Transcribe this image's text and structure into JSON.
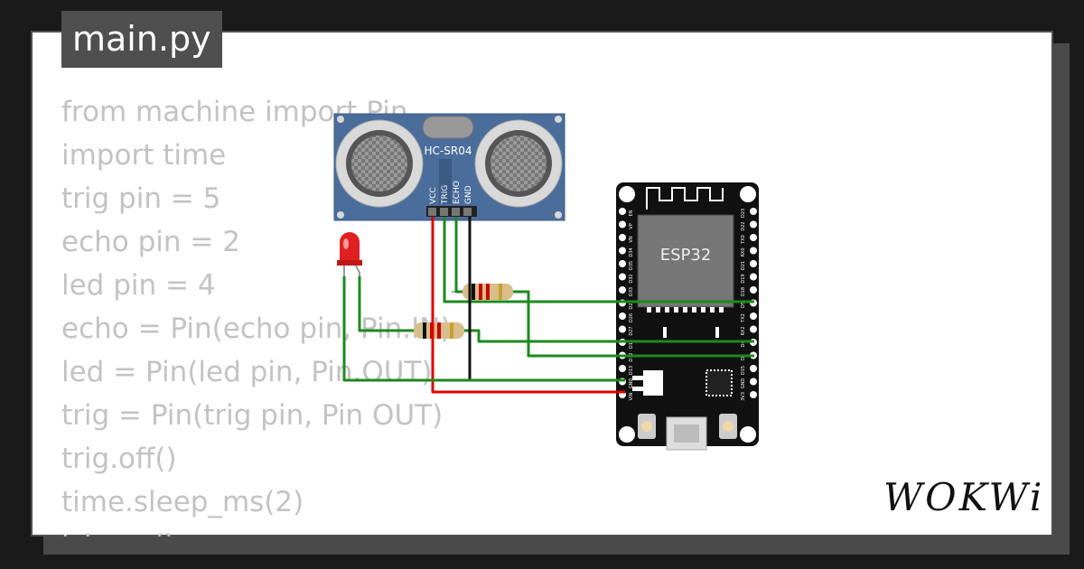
{
  "tab": {
    "label": "main.py"
  },
  "code": {
    "lines": [
      "from machine import Pin",
      "import time",
      "trig pin = 5",
      "echo pin = 2",
      "led pin = 4",
      "echo = Pin(echo pin, Pin.IN)",
      "led = Pin(led pin, Pin.OUT)",
      "trig = Pin(trig pin, Pin OUT)",
      "trig.off()",
      "time.sleep_ms(2)",
      "trig.on()"
    ]
  },
  "sensor": {
    "label": "HC-SR04",
    "pins": [
      "VCC",
      "TRIG",
      "ECHO",
      "GND"
    ]
  },
  "board": {
    "label": "ESP32",
    "left_pins": [
      "EN",
      "VP",
      "VN",
      "D34",
      "D35",
      "D32",
      "D33",
      "D25",
      "D26",
      "D27",
      "D14",
      "D12",
      "D13",
      "GND",
      "VIN"
    ],
    "right_pins": [
      "D23",
      "D22",
      "TX0",
      "RX0",
      "D21",
      "D19",
      "D18",
      "D5",
      "TX2",
      "RX2",
      "D4",
      "D2",
      "D15",
      "GND",
      "3V3"
    ]
  },
  "branding": {
    "logo": "WOKWi"
  },
  "colors": {
    "wire_green": "#1d8a1d",
    "wire_red": "#e00000",
    "wire_black": "#111111",
    "sensor_blue": "#4a6d9b",
    "board_black": "#111111",
    "led_red": "#e02020"
  }
}
